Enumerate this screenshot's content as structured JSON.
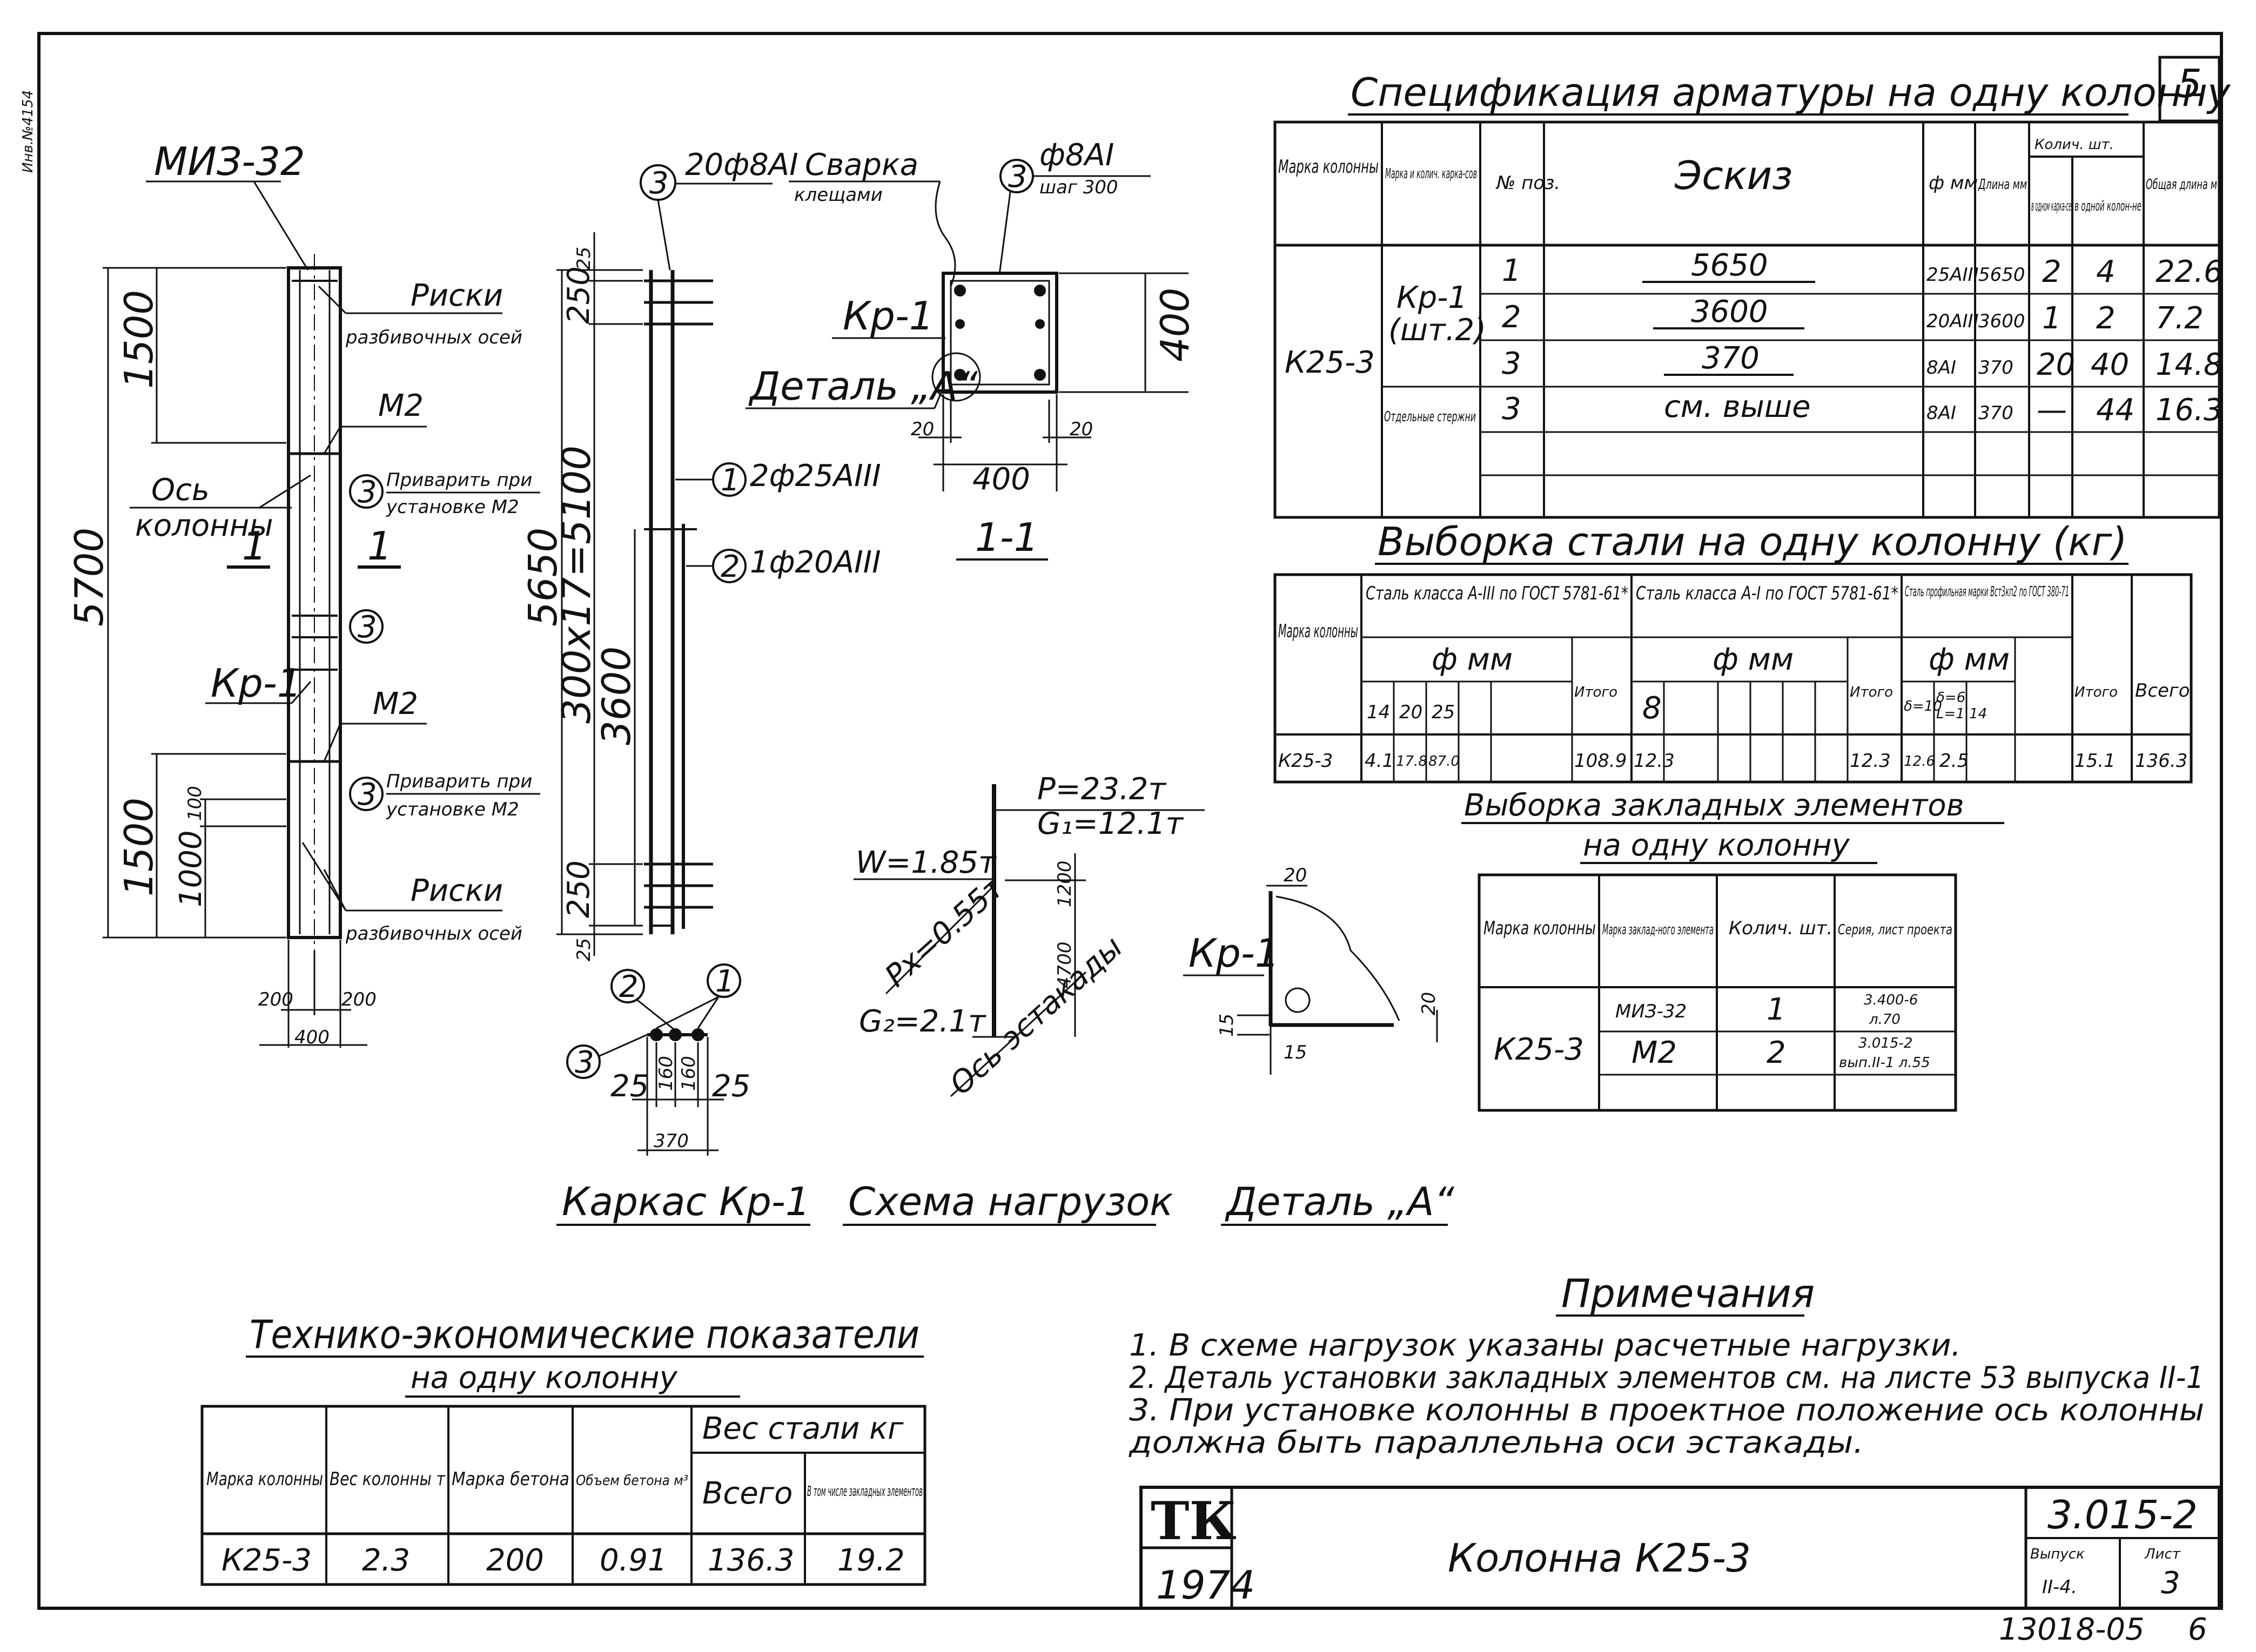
{
  "sheet_number": "5",
  "side_note": "Инв.№4154",
  "colors": {
    "ink": "#111111",
    "paper": "#ffffff"
  },
  "spec": {
    "title": "Спецификация арматуры на одну колонну",
    "headers": {
      "mark": "Марка колонны",
      "cage": "Марка и колич. карка-сов",
      "pos": "№ поз.",
      "sketch": "Эскиз",
      "dia": "ф мм",
      "len": "Длина мм",
      "qty": "Колич. шт.",
      "qty_cage": "в одном карка-се",
      "qty_col": "в одной колон-не",
      "total": "Общая длина м"
    },
    "mark": "К25-3",
    "cage": "Кр-1",
    "cage_qty": "(шт.2)",
    "separate": "Отдельные стержни",
    "rows": [
      {
        "pos": "1",
        "sketch": "5650",
        "dia": "25АIII",
        "len": "5650",
        "q1": "2",
        "q2": "4",
        "total": "22.6"
      },
      {
        "pos": "2",
        "sketch": "3600",
        "dia": "20АIII",
        "len": "3600",
        "q1": "1",
        "q2": "2",
        "total": "7.2"
      },
      {
        "pos": "3",
        "sketch": "370",
        "dia": "8АI",
        "len": "370",
        "q1": "20",
        "q2": "40",
        "total": "14.8"
      },
      {
        "pos": "3",
        "sketch": "см. выше",
        "dia": "8АI",
        "len": "370",
        "q1": "—",
        "q2": "44",
        "total": "16.3"
      }
    ]
  },
  "steel": {
    "title": "Выборка стали на одну колонну (кг)",
    "headers": {
      "mark": "Марка колонны",
      "g1": "Сталь класса А-III по ГОСТ 5781-61*",
      "g2": "Сталь класса А-I по ГОСТ 5781-61*",
      "g3": "Сталь профильная марки Вст3кп2 по ГОСТ 380-71",
      "dmm": "ф мм",
      "itogo": "Итого",
      "vsego": "Всего",
      "d14": "14",
      "d20": "20",
      "d25": "25",
      "d8": "8",
      "s10": "δ=10",
      "s6": "δ=6",
      "s6note": "L=1.14"
    },
    "row": {
      "mark": "К25-3",
      "d14": "4.1",
      "d20": "17.8",
      "d25": "87.0",
      "itogo1": "108.9",
      "d8": "12.3",
      "itogo2": "12.3",
      "s10": "12.6",
      "s6": "2.5",
      "itogo3": "15.1",
      "vsego": "136.3"
    }
  },
  "embedded": {
    "title1": "Выборка закладных элементов",
    "title2": "на одну колонну",
    "headers": {
      "mark": "Марка колонны",
      "emark": "Марка заклад-ного элемента",
      "qty": "Колич. шт.",
      "series": "Серия, лист проекта"
    },
    "mark": "К25-3",
    "rows": [
      {
        "emark": "МИЗ-32",
        "qty": "1",
        "series1": "3.400-6",
        "series2": "л.70"
      },
      {
        "emark": "М2",
        "qty": "2",
        "series1": "3.015-2",
        "series2": "вып.II-1 л.55"
      }
    ]
  },
  "tei": {
    "title1": "Технико-экономические показатели",
    "title2": "на одну колонну",
    "headers": {
      "mark": "Марка колонны",
      "weight": "Вес колонны т",
      "concrete": "Марка бетона",
      "volume": "Объем бетона м³",
      "steel": "Вес стали кг",
      "total": "Всего",
      "incl": "В том числе закладных элементов"
    },
    "row": {
      "mark": "К25-3",
      "weight": "2.3",
      "concrete": "200",
      "volume": "0.91",
      "total": "136.3",
      "incl": "19.2"
    }
  },
  "notes": {
    "title": "Примечания",
    "items": [
      "1. В схеме нагрузок указаны расчетные нагрузки.",
      "2. Деталь установки закладных элементов см. на листе 53 выпуска II-1",
      "3. При установке колонны в проектное положение ось колонны",
      "    должна быть параллельна оси эстакады."
    ]
  },
  "stamp": {
    "logo": "ТК",
    "year": "1974",
    "title": "Колонна К25-3",
    "series": "3.015-2",
    "vypusk_label": "Выпуск",
    "vypusk": "II-4.",
    "list_label": "Лист",
    "list": "3"
  },
  "footer": {
    "code": "13018-05",
    "page": "6"
  },
  "captions": {
    "karkas": "Каркас Кр-1",
    "scheme": "Схема нагрузок",
    "detail": "Деталь „А“"
  },
  "column_view": {
    "miz": "МИЗ-32",
    "riski1": "Риски",
    "riski1b": "разбивочных осей",
    "m2_top": "М2",
    "weld1": "Приварить при",
    "weld1b": "установке М2",
    "axis": "Ось",
    "axisb": "колонны",
    "cut1": "1",
    "cut2": "1",
    "num3": "3",
    "kr1": "Кр-1",
    "m2_bot": "М2",
    "weld2": "Приварить при",
    "weld2b": "установке М2",
    "riski2": "Риски",
    "riski2b": "разбивочных осей",
    "d5700": "5700",
    "d1500a": "1500",
    "d1500b": "1500",
    "d100": "100",
    "d1000": "1000",
    "d200a": "200",
    "d200b": "200",
    "d400": "400"
  },
  "cage_view": {
    "n3": "3",
    "label3": "20ф8АI",
    "n1": "1",
    "label1": "2ф25АIII",
    "n2": "2",
    "label2": "1ф20АIII",
    "d25t": "25",
    "d250t": "250",
    "d5650": "5650",
    "d5100": "300х17=5100",
    "d3600": "3600",
    "d250b": "250",
    "d25b": "25",
    "s2": "2",
    "s1": "1",
    "s3": "3",
    "s25a": "25",
    "s160a": "160",
    "s160b": "160",
    "s25b": "25",
    "s370": "370"
  },
  "section": {
    "weld": "Сварка",
    "weldb": "клещами",
    "n3": "3",
    "stir": "ф8АI",
    "stirb": "шаг 300",
    "kr1": "Кр-1",
    "detA": "Деталь „А“",
    "d400h": "400",
    "d400v": "400",
    "d20a": "20",
    "d20b": "20",
    "name": "1-1"
  },
  "loads": {
    "P": "P=23.2т",
    "G1": "G₁=12.1т",
    "W": "W=1.85т",
    "Px": "Px=0.55т",
    "G2": "G₂=2.1т",
    "d1200": "1200",
    "d4700": "4700",
    "axis": "Ось эстакады"
  },
  "detail": {
    "kr1": "Кр-1",
    "d20t": "20",
    "d15a": "15",
    "d15b": "15",
    "d20r": "20"
  }
}
